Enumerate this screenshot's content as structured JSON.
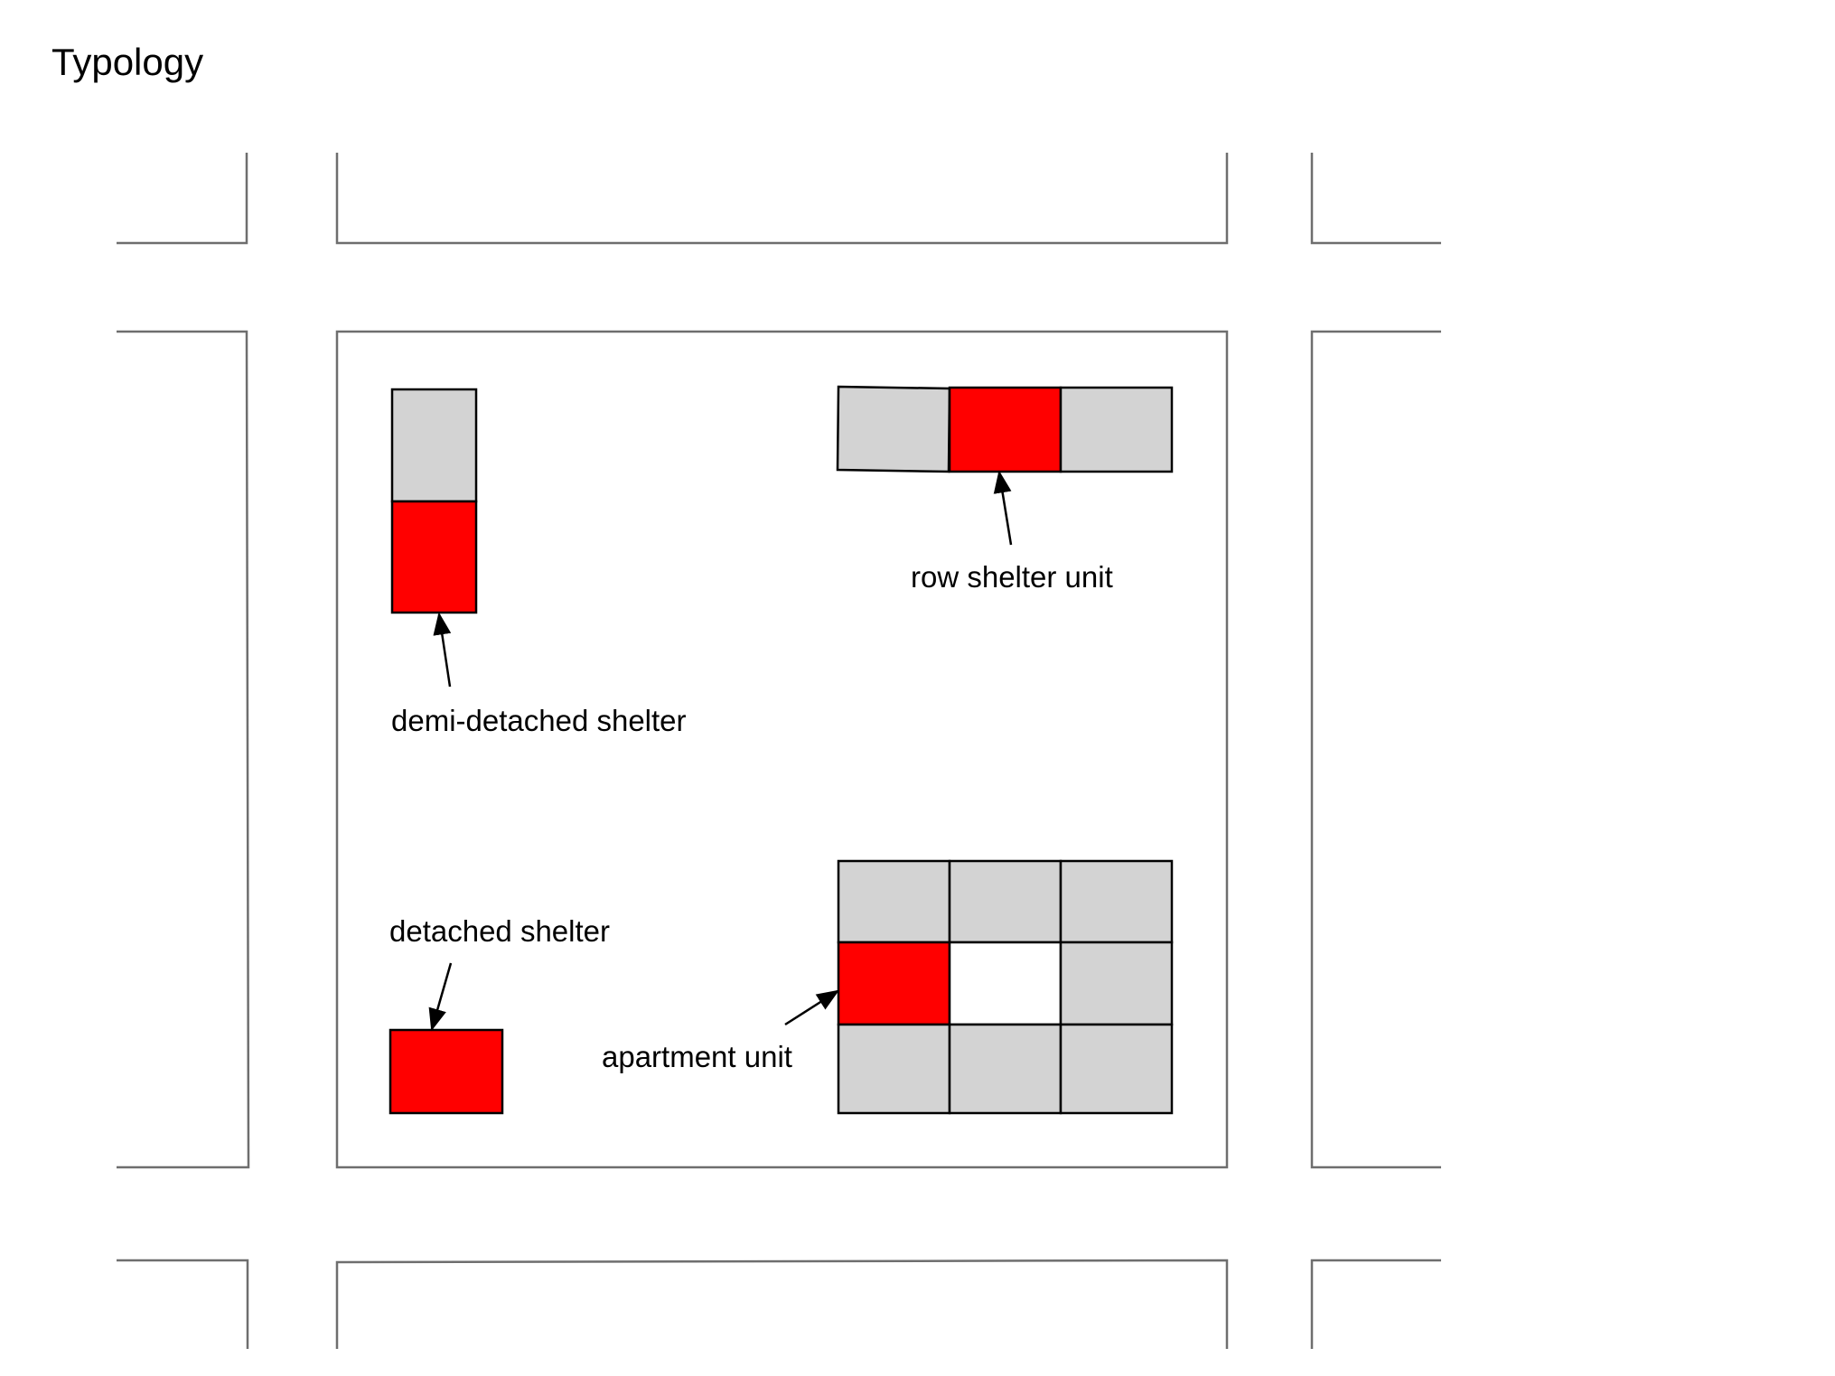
{
  "title": "Typology",
  "labels": {
    "demi_detached": "demi-detached shelter",
    "row_unit": "row shelter unit",
    "detached": "detached shelter",
    "apartment": "apartment unit"
  },
  "colors": {
    "highlight": "#ff0000",
    "neighbor": "#d3d3d3",
    "empty_cell": "#ffffff",
    "outline": "#000000",
    "block_line": "#6e6e6e",
    "background": "#ffffff"
  }
}
